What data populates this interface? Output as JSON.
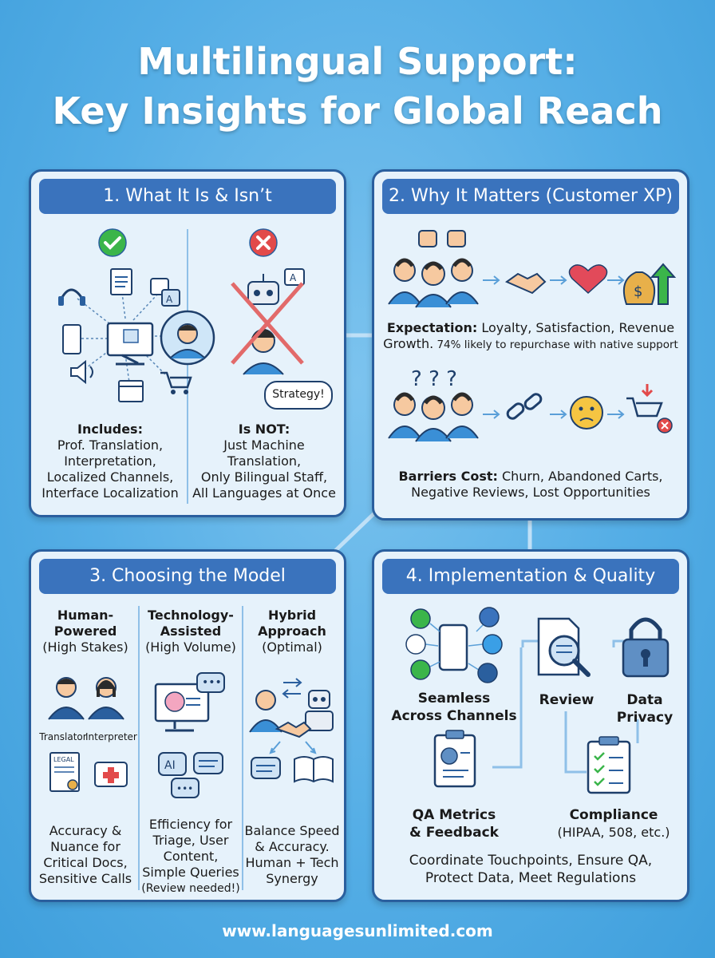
{
  "title": {
    "line1": "Multilingual Support:",
    "line2": "Key Insights for Global Reach"
  },
  "panel1": {
    "title": "1. What It Is & Isn’t",
    "includes_heading": "Includes:",
    "includes_items": [
      "Prof. Translation,",
      "Interpretation,",
      "Localized Channels,",
      "Interface Localization"
    ],
    "speech_bubble": "Strategy!",
    "isnot_heading": "Is NOT:",
    "isnot_items": [
      "Just Machine",
      "Translation,",
      "Only Bilingual Staff,",
      "All Languages at Once"
    ]
  },
  "panel2": {
    "title": "2. Why It Matters (Customer XP)",
    "expectation_label": "Expectation:",
    "expectation_text": " Loyalty, Satisfaction, Revenue",
    "expectation_line2a": "Growth.",
    "expectation_line2b": " 74% likely to repurchase with native support",
    "barriers_label": "Barriers Cost:",
    "barriers_text": " Churn, Abandoned Carts,",
    "barriers_line2": "Negative Reviews, Lost Opportunities"
  },
  "panel3": {
    "title": "3. Choosing the Model",
    "col1": {
      "heading1": "Human-",
      "heading2": "Powered",
      "sub": "(High Stakes)",
      "label_a": "Translator",
      "label_b": "Interpreter",
      "legal": "LEGAL",
      "desc": [
        "Accuracy &",
        "Nuance for",
        "Critical Docs,",
        "Sensitive Calls"
      ]
    },
    "col2": {
      "heading1": "Technology-",
      "heading2": "Assisted",
      "sub": "(High Volume)",
      "ai": "AI",
      "desc": [
        "Efficiency for",
        "Triage, User",
        "Content,",
        "Simple Queries",
        "(Review needed!)"
      ]
    },
    "col3": {
      "heading1": "Hybrid",
      "heading2": "Approach",
      "sub": "(Optimal)",
      "desc": [
        "Balance Speed",
        "& Accuracy.",
        "Human + Tech",
        "Synergy"
      ]
    }
  },
  "panel4": {
    "title": "4. Implementation & Quality",
    "seamless": [
      "Seamless",
      "Across Channels"
    ],
    "review": "Review",
    "privacy": [
      "Data",
      "Privacy"
    ],
    "qa": [
      "QA Metrics",
      "& Feedback"
    ],
    "compliance": "Compliance",
    "compliance_sub": "(HIPAA, 508, etc.)",
    "summary": [
      "Coordinate Touchpoints, Ensure QA,",
      "Protect Data, Meet Regulations"
    ]
  },
  "footer": "www.languagesunlimited.com",
  "colors": {
    "panel_border": "#2a5f9e",
    "title_bar": "#3a73bd",
    "panel_bg": "#e6f2fb",
    "background": "#55aee6",
    "check_green": "#3bb54a",
    "cross_red": "#e24a4a"
  }
}
